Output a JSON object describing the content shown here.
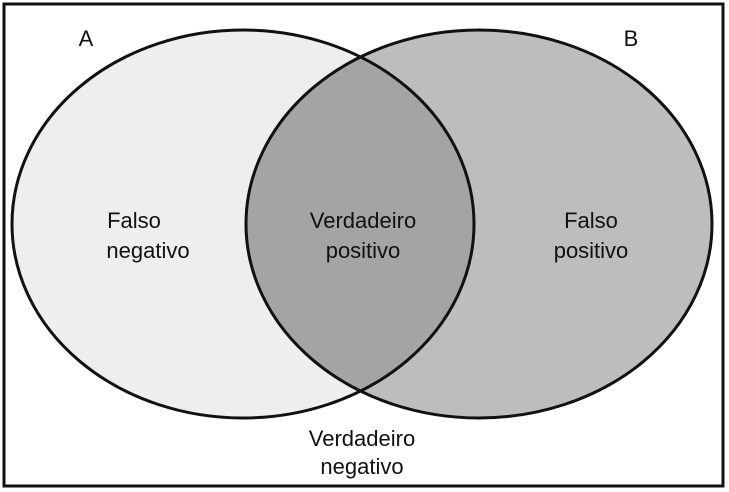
{
  "sets": {
    "a": {
      "label": "A",
      "fill": "#eeeeee"
    },
    "b": {
      "label": "B",
      "fill": "#bdbdbd"
    }
  },
  "intersection": {
    "fill": "#a4a4a4"
  },
  "stroke_color": "#111111",
  "regions": {
    "false_negative": {
      "line1": "Falso",
      "line2": "negativo"
    },
    "true_positive": {
      "line1": "Verdadeiro",
      "line2": "positivo"
    },
    "false_positive": {
      "line1": "Falso",
      "line2": "positivo"
    },
    "true_negative": {
      "line1": "Verdadeiro",
      "line2": "negativo"
    }
  }
}
